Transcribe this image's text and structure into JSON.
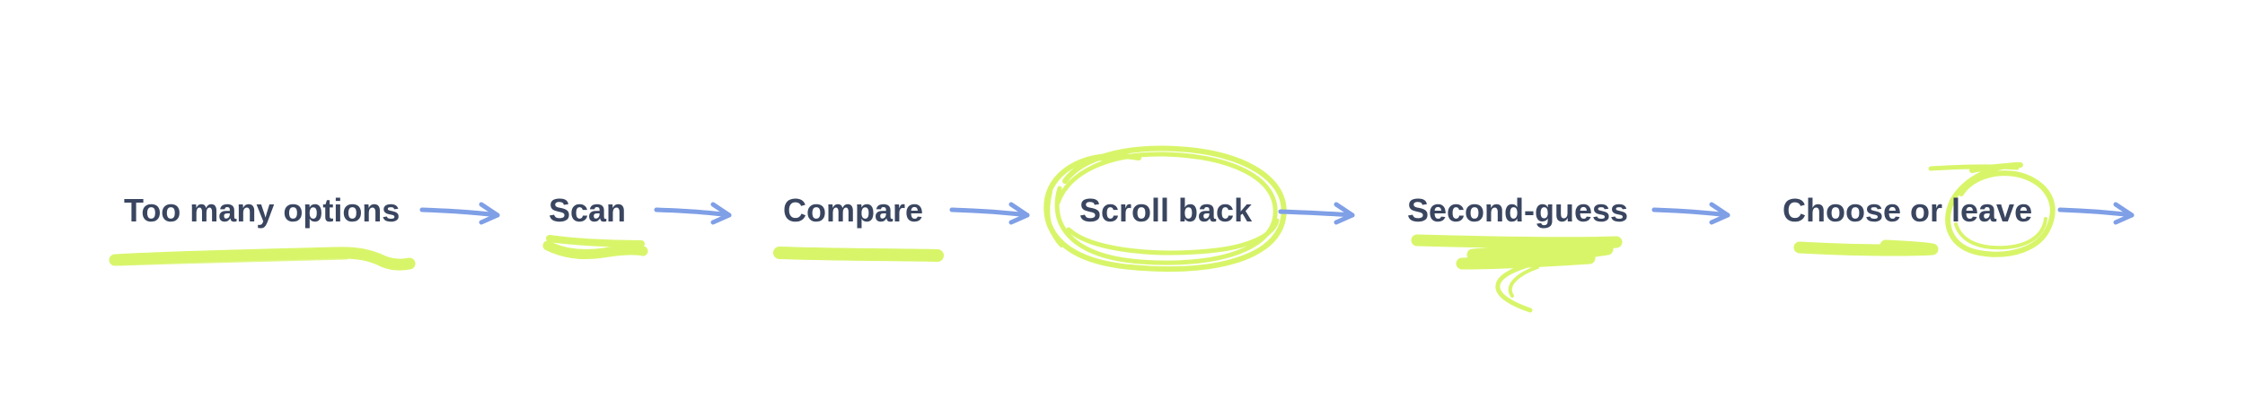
{
  "colors": {
    "background": "#ffffff",
    "text": "#3a4660",
    "arrow": "#7f9fe6",
    "highlight": "#d8f56a"
  },
  "steps": [
    {
      "label": "Too many options",
      "mark": "underline"
    },
    {
      "label": "Scan",
      "mark": "underline"
    },
    {
      "label": "Compare",
      "mark": "underline"
    },
    {
      "label": "Scroll back",
      "mark": "circle"
    },
    {
      "label": "Second-guess",
      "mark": "scribble-underline"
    },
    {
      "label": "Choose or leave",
      "mark": "underline-and-circle"
    }
  ],
  "connectors": [
    {
      "from": "Too many options",
      "to": "Scan",
      "icon": "arrow-right-icon"
    },
    {
      "from": "Scan",
      "to": "Compare",
      "icon": "arrow-right-icon"
    },
    {
      "from": "Compare",
      "to": "Scroll back",
      "icon": "arrow-right-icon"
    },
    {
      "from": "Scroll back",
      "to": "Second-guess",
      "icon": "arrow-right-icon"
    },
    {
      "from": "Second-guess",
      "to": "Choose or leave",
      "icon": "arrow-right-icon"
    },
    {
      "from": "Choose or leave",
      "to": "",
      "icon": "arrow-right-icon"
    }
  ]
}
